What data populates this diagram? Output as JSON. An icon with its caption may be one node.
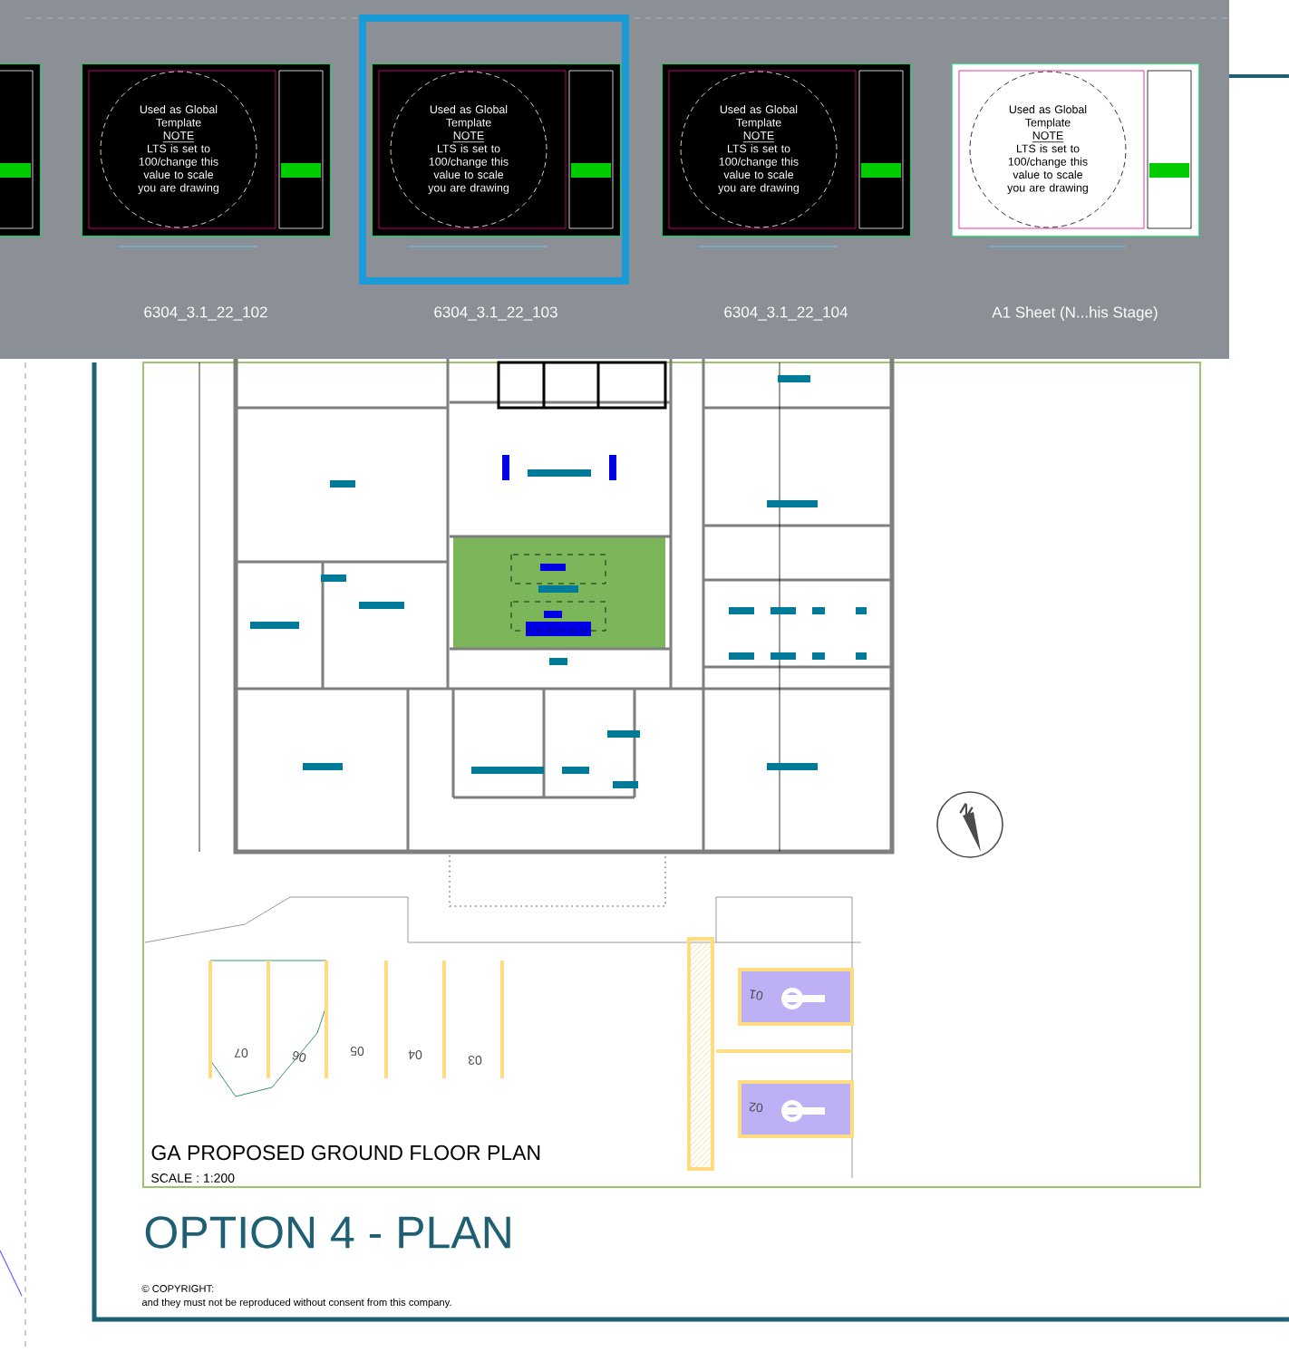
{
  "diagram": {
    "nodes": [
      {
        "text": [],
        "shape": "box"
      },
      {
        "text": [
          "Used as Global Template",
          "NOTE",
          "LTS is set to 100/change this value to scale you are drawing"
        ],
        "beside": [
          "6304_3.1_22_102"
        ]
      },
      {
        "text": [
          "Used as Global Template",
          "NOTE",
          "LTS is set to 100/change this value to scale you are drawing"
        ],
        "beside": [
          "6304_3.1_22_103"
        ]
      },
      {
        "text": [
          "Used as Global Template",
          "NOTE",
          "LTS is set to 100/change this value to scale you are drawing"
        ],
        "beside": [
          "6304_3.1_22_104"
        ]
      },
      {
        "text": [
          "Used as Global Template",
          "NOTE",
          "LTS is set to 100/change this value to scale you are drawing"
        ],
        "beside": [
          "A1 Sheet (N...his Stage)"
        ]
      }
    ],
    "labels": [
      "N",
      "07",
      "06",
      "05",
      "04",
      "03",
      "01",
      "02",
      "GA PROPOSED GROUND FLOOR PLAN",
      "SCALE : 1:200",
      "OPTION 4 - PLAN",
      "© COPYRIGHT:",
      "and they must not be reproduced without consent from this company."
    ]
  }
}
